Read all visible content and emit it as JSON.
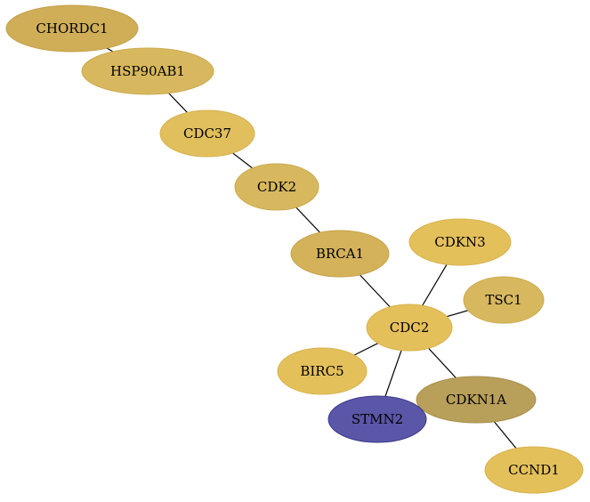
{
  "graph": {
    "nodes": [
      {
        "id": "CHORDC1",
        "label": "CHORDC1",
        "fill": "#cfae57",
        "stroke": "#c3a14a"
      },
      {
        "id": "HSP90AB1",
        "label": "HSP90AB1",
        "fill": "#d8b85e",
        "stroke": "#cbab51"
      },
      {
        "id": "CDC37",
        "label": "CDC37",
        "fill": "#e1bf5d",
        "stroke": "#d4b251"
      },
      {
        "id": "CDK2",
        "label": "CDK2",
        "fill": "#d8b85e",
        "stroke": "#cbab51"
      },
      {
        "id": "BRCA1",
        "label": "BRCA1",
        "fill": "#d4b25a",
        "stroke": "#c7a54d"
      },
      {
        "id": "CDKN3",
        "label": "CDKN3",
        "fill": "#e4c05b",
        "stroke": "#d7b34f"
      },
      {
        "id": "TSC1",
        "label": "TSC1",
        "fill": "#d8b85e",
        "stroke": "#cbab51"
      },
      {
        "id": "CDC2",
        "label": "CDC2",
        "fill": "#e4c05b",
        "stroke": "#d7b34f"
      },
      {
        "id": "BIRC5",
        "label": "BIRC5",
        "fill": "#e4c05b",
        "stroke": "#d7b34f"
      },
      {
        "id": "CDKN1A",
        "label": "CDKN1A",
        "fill": "#b89f5a",
        "stroke": "#a8904d"
      },
      {
        "id": "STMN2",
        "label": "STMN2",
        "fill": "#5a56a8",
        "stroke": "#3e3a8c"
      },
      {
        "id": "CCND1",
        "label": "CCND1",
        "fill": "#e4c05b",
        "stroke": "#d7b34f"
      }
    ],
    "edges": [
      [
        "CHORDC1",
        "HSP90AB1"
      ],
      [
        "HSP90AB1",
        "CDC37"
      ],
      [
        "CDC37",
        "CDK2"
      ],
      [
        "CDK2",
        "BRCA1"
      ],
      [
        "BRCA1",
        "CDC2"
      ],
      [
        "CDKN3",
        "CDC2"
      ],
      [
        "TSC1",
        "CDC2"
      ],
      [
        "BIRC5",
        "CDC2"
      ],
      [
        "CDC2",
        "STMN2"
      ],
      [
        "CDC2",
        "CDKN1A"
      ],
      [
        "CDKN1A",
        "CCND1"
      ]
    ]
  }
}
